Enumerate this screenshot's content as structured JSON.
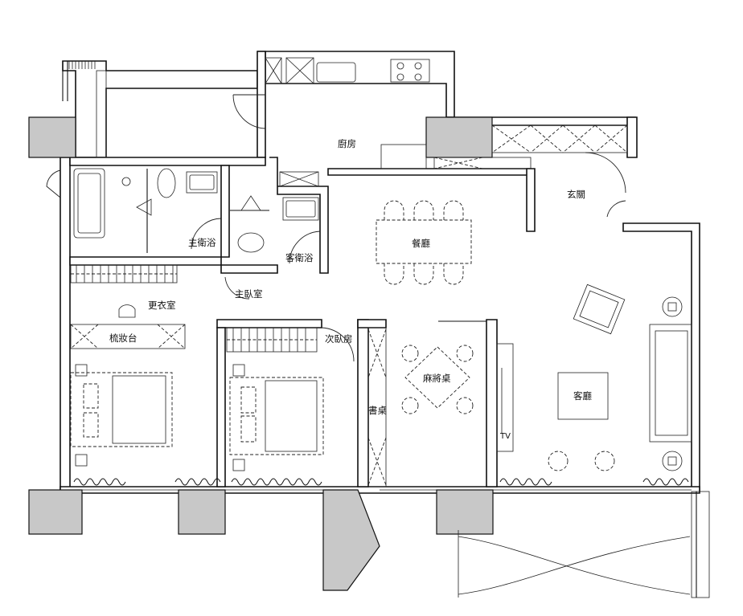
{
  "rooms": {
    "kitchen": "廚房",
    "entry": "玄關",
    "master_bath": "主衛浴",
    "guest_bath": "客衛浴",
    "dining": "餐廳",
    "closet": "更衣室",
    "vanity": "梳妝台",
    "master_bedroom": "主臥室",
    "second_bedroom": "次臥房",
    "mahjong_table": "麻將桌",
    "desk": "書桌",
    "living": "客廳",
    "tv": "TV"
  }
}
